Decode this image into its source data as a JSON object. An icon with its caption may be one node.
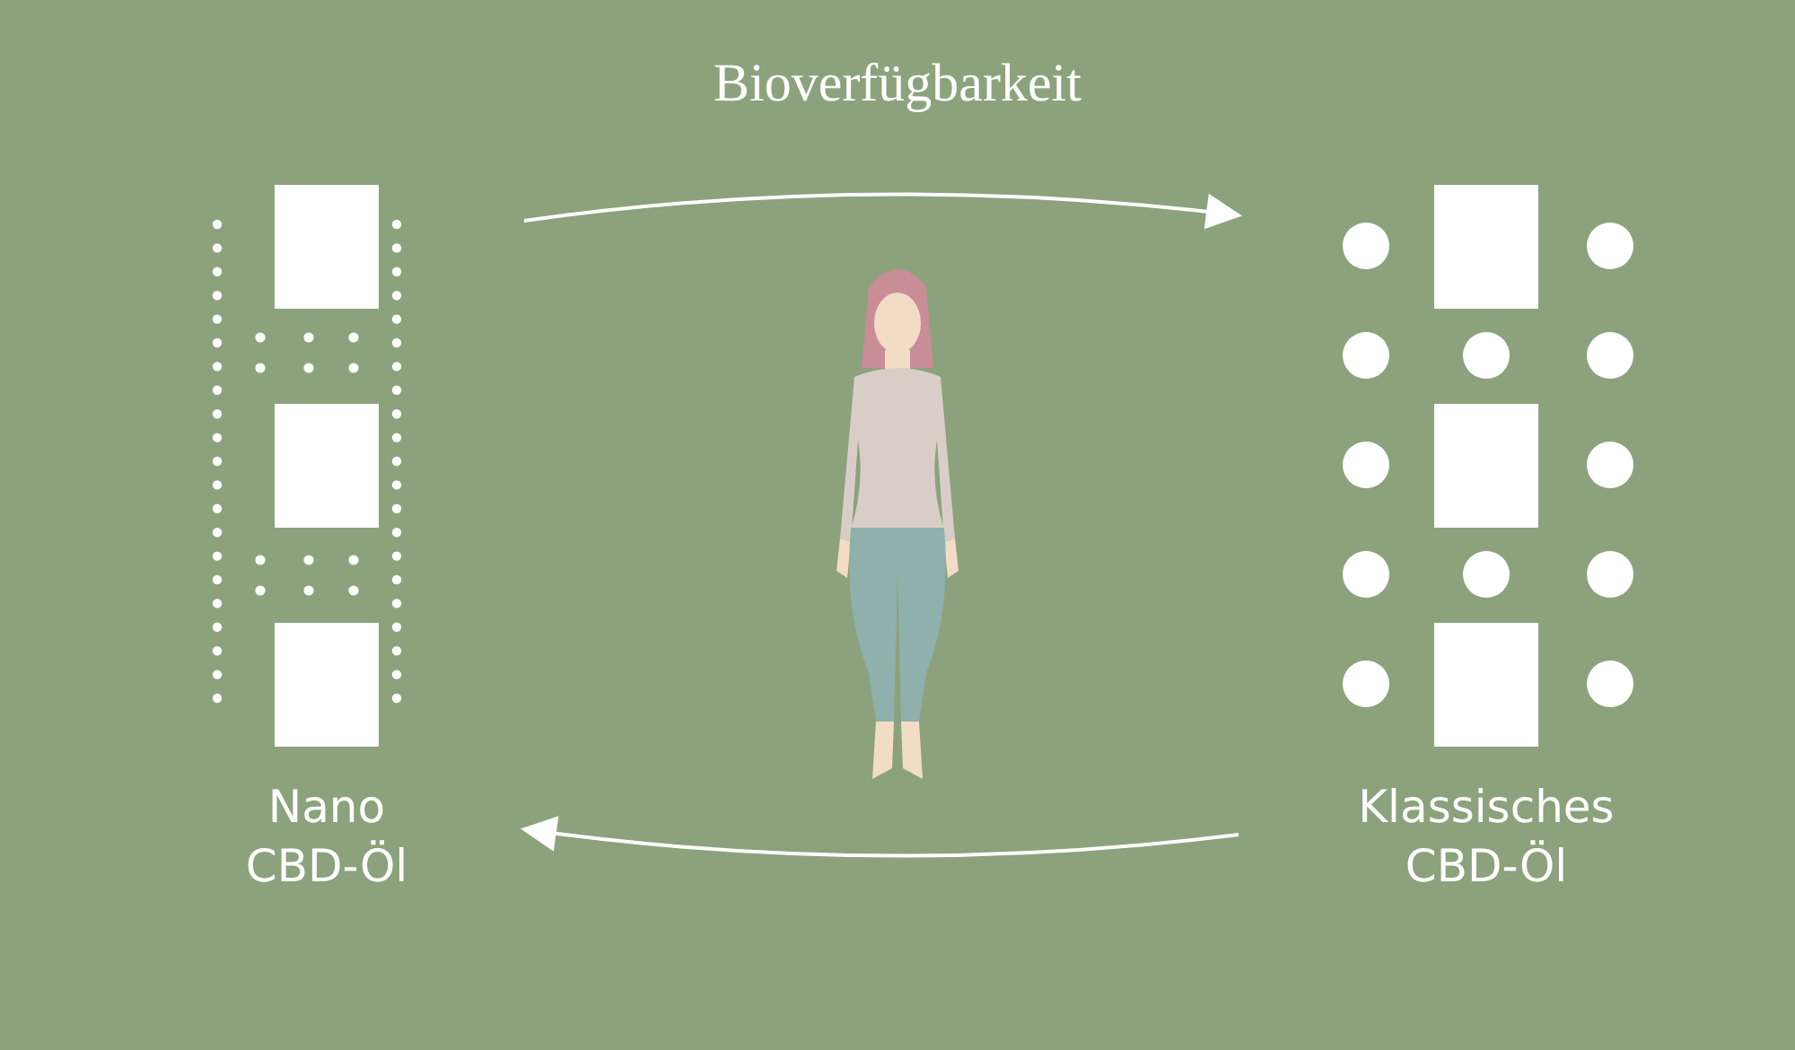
{
  "diagram": {
    "title": "Bioverfügbarkeit",
    "nodes": [
      {
        "text": [
          "Nano CBD-Öl"
        ]
      },
      {
        "text": [
          "Klassisches CBD-Öl"
        ]
      }
    ],
    "edges": [
      {
        "from": 0,
        "to": 1,
        "arrow": "to"
      },
      {
        "from": 1,
        "to": 0,
        "arrow": "to"
      }
    ]
  }
}
